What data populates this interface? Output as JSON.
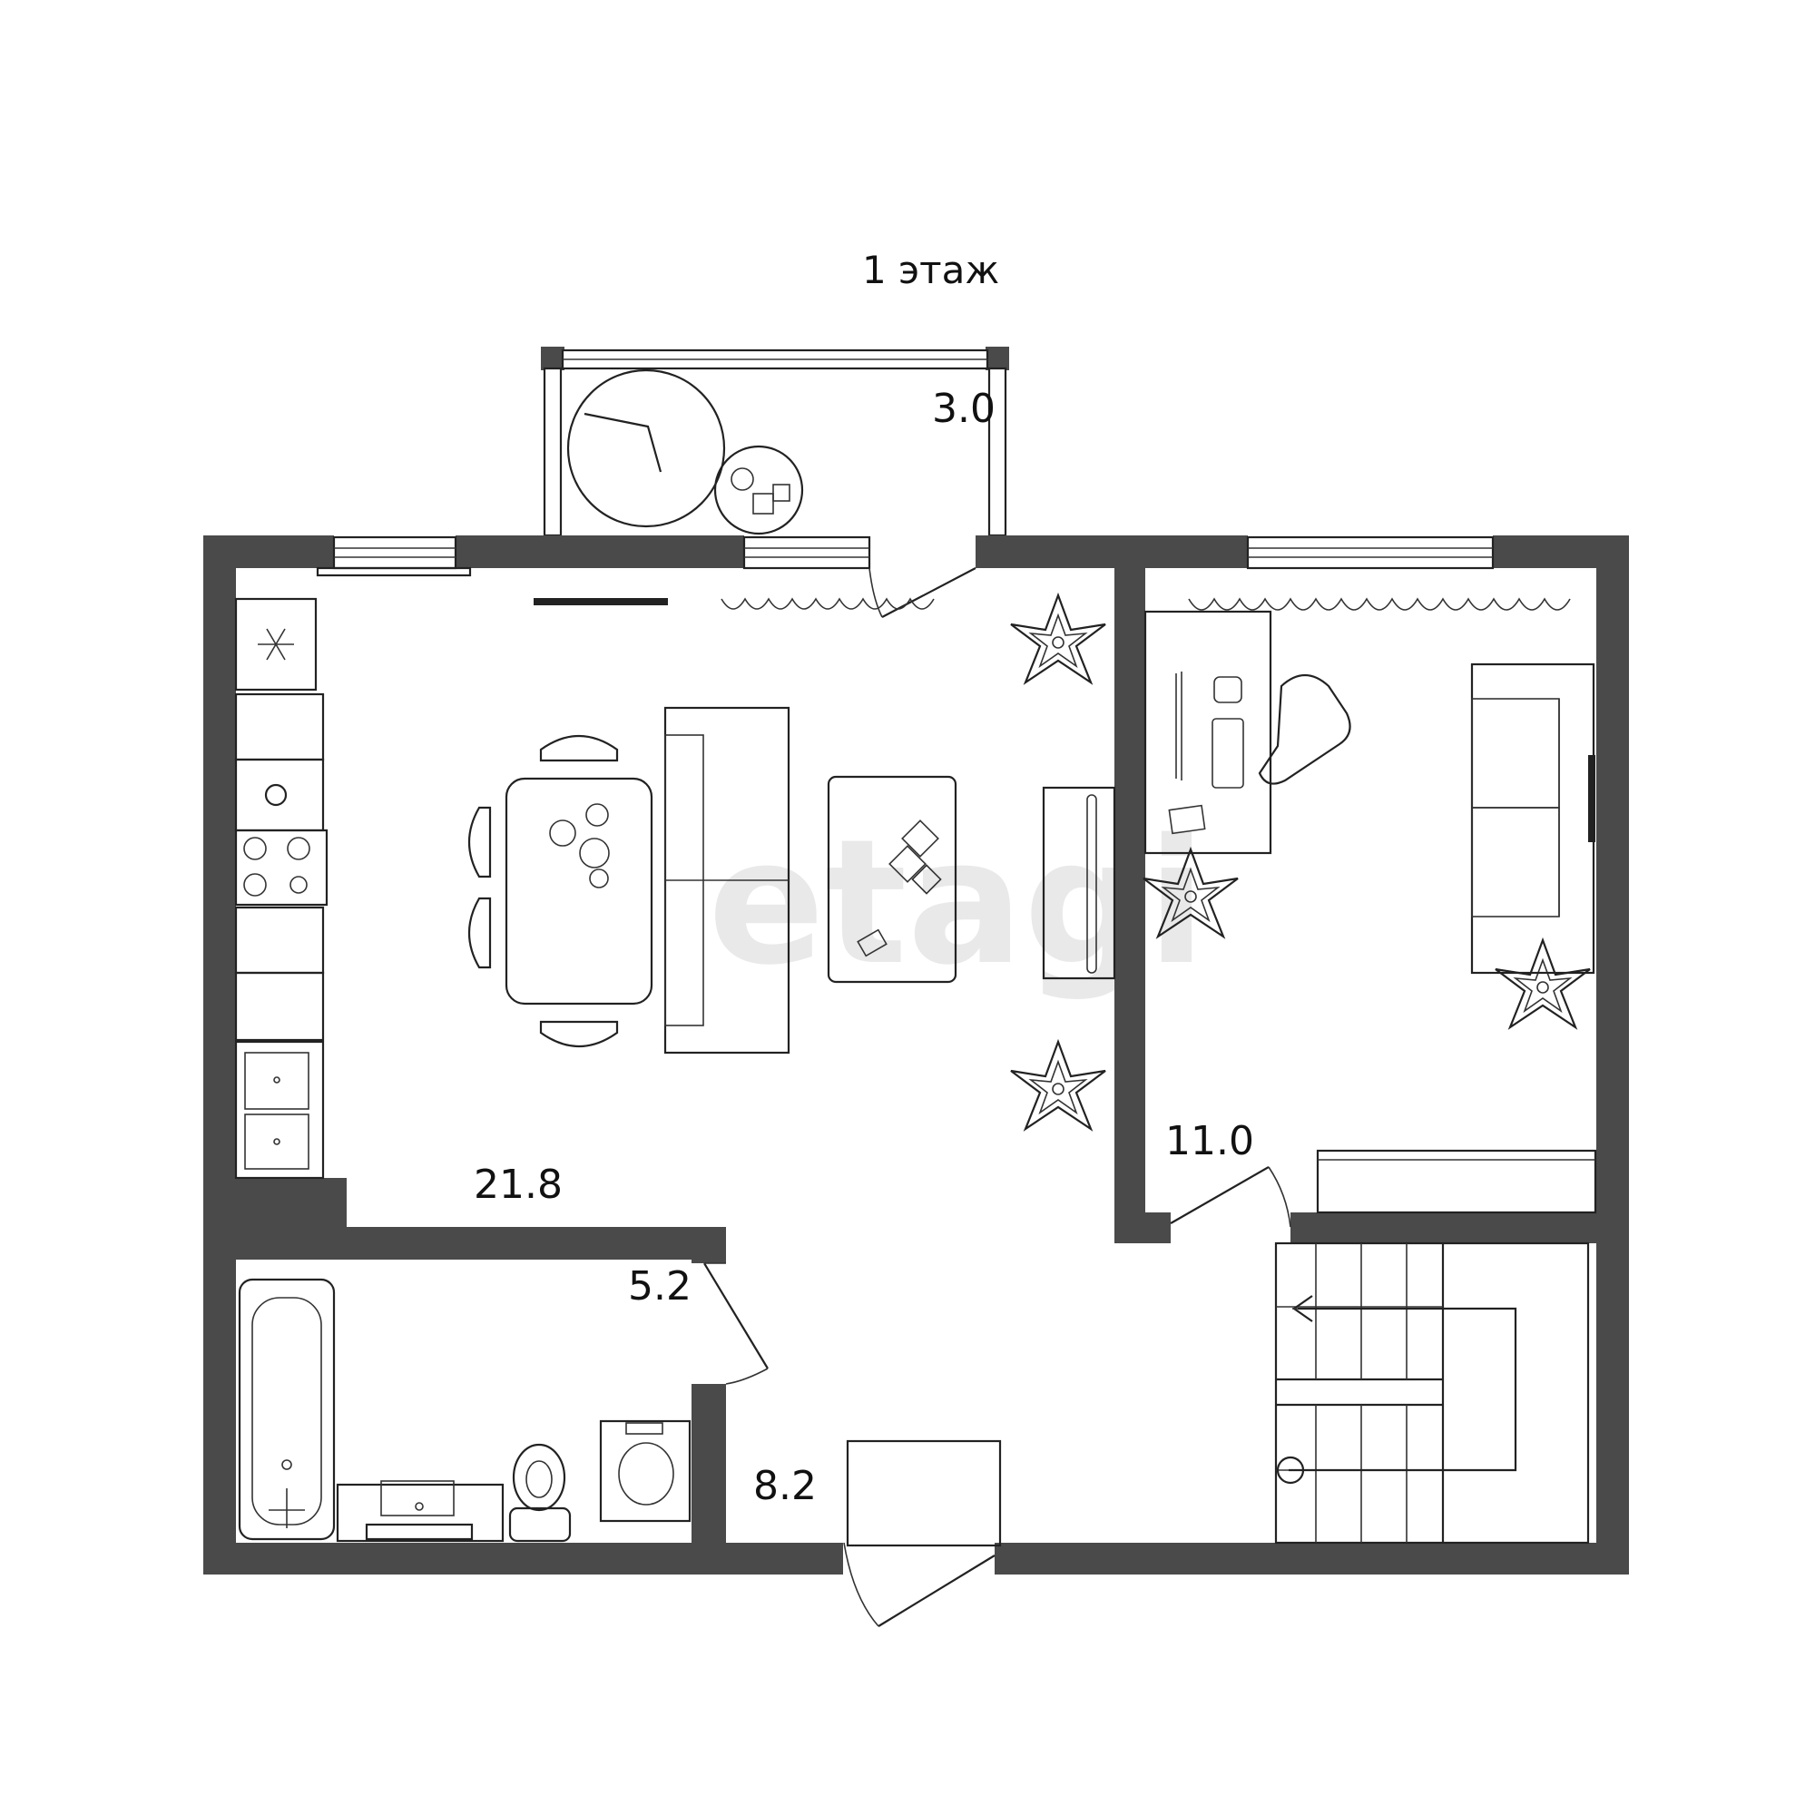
{
  "floor_title": "1 этаж",
  "watermark": "etagi",
  "rooms": {
    "balcony_area": "3.0",
    "living_kitchen_area": "21.8",
    "bedroom_area": "11.0",
    "bathroom_area": "5.2",
    "hallway_area": "8.2"
  },
  "colors": {
    "wall": "#4a4a4a",
    "line": "#222222",
    "background": "#ffffff"
  }
}
